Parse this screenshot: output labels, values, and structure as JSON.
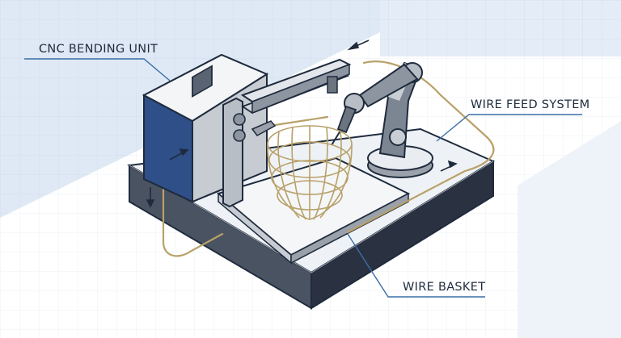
{
  "labels": {
    "cnc_bending_unit": "CNC BENDING UNIT",
    "wire_feed_system": "WIRE FEED SYSTEM",
    "wire_basket": "WIRE BASKET"
  },
  "colors": {
    "wire": "#b9a169",
    "enclosure_blue": "#2e4f88",
    "outline": "#1f2b3d",
    "panel_light": "#dfe9f5",
    "leader": "#3a6fa8"
  }
}
